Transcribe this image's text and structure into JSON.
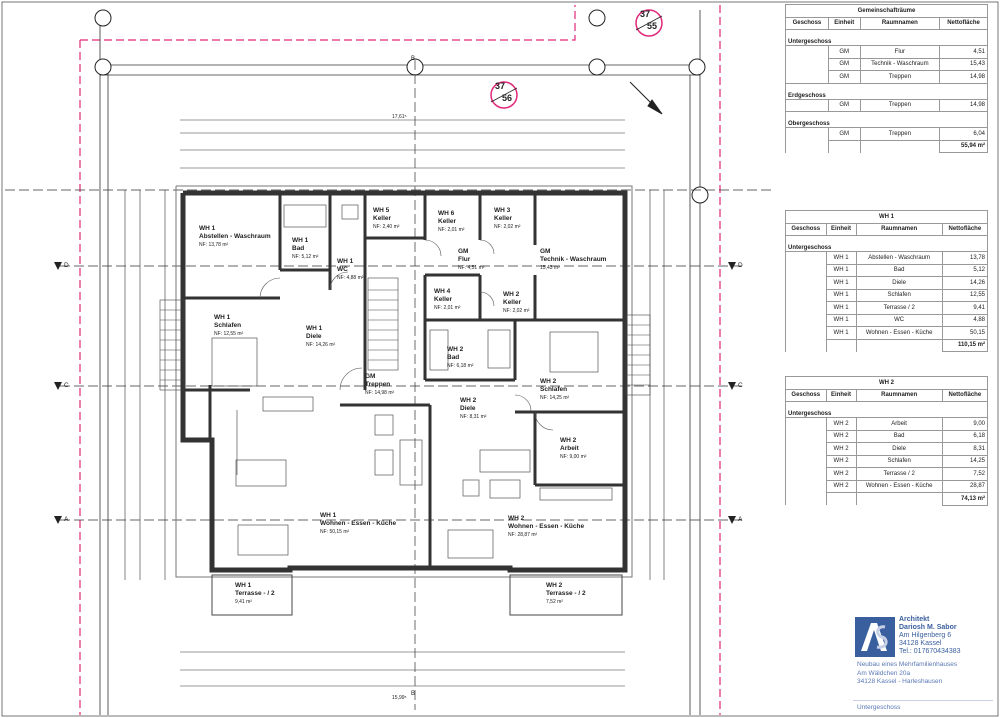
{
  "plan": {
    "top_dim": "17,61⁵",
    "bottom_dim": "15,99⁵",
    "stamp_top": {
      "a": "37",
      "b": "55"
    },
    "stamp_mid": {
      "a": "37",
      "b": "56"
    },
    "section_marks": [
      "D",
      "C",
      "A"
    ],
    "grid_label_b": "B",
    "rooms": [
      {
        "title": "WH 1",
        "name": "Abstellen - Waschraum",
        "nf": "NF: 13,78 m²"
      },
      {
        "title": "WH 1",
        "name": "Bad",
        "nf": "NF: 5,12 m²"
      },
      {
        "title": "WH 1",
        "name": "WC",
        "nf": "NF: 4,88 m²"
      },
      {
        "title": "WH 5",
        "name": "Keller",
        "nf": "NF: 2,40 m²"
      },
      {
        "title": "WH 6",
        "name": "Keller",
        "nf": "NF: 2,01 m²"
      },
      {
        "title": "WH 3",
        "name": "Keller",
        "nf": "NF: 2,02 m²"
      },
      {
        "title": "GM",
        "name": "Flur",
        "nf": "NF: 4,51 m²"
      },
      {
        "title": "GM",
        "name": "Technik - Waschraum",
        "nf": "15,43 m²"
      },
      {
        "title": "WH 4",
        "name": "Keller",
        "nf": "NF: 2,01 m²"
      },
      {
        "title": "WH 2",
        "name": "Keller",
        "nf": "NF: 2,02 m²"
      },
      {
        "title": "WH 1",
        "name": "Schlafen",
        "nf": "NF: 12,55 m²"
      },
      {
        "title": "WH 1",
        "name": "Diele",
        "nf": "NF: 14,26 m²"
      },
      {
        "title": "GM",
        "name": "Treppen",
        "nf": "NF: 14,98 m²"
      },
      {
        "title": "WH 2",
        "name": "Bad",
        "nf": "NF: 6,18 m²"
      },
      {
        "title": "WH 2",
        "name": "Schlafen",
        "nf": "NF: 14,25 m²"
      },
      {
        "title": "WH 2",
        "name": "Diele",
        "nf": "NF: 8,31 m²"
      },
      {
        "title": "WH 2",
        "name": "Arbeit",
        "nf": "NF: 9,00 m²"
      },
      {
        "title": "WH 1",
        "name": "Wohnen - Essen - Küche",
        "nf": "NF: 50,15 m²"
      },
      {
        "title": "WH 2",
        "name": "Wohnen - Essen - Küche",
        "nf": "NF: 28,87 m²"
      },
      {
        "title": "WH 1",
        "name": "Terrasse - / 2",
        "nf": "9,41 m²"
      },
      {
        "title": "WH 2",
        "name": "Terrasse - / 2",
        "nf": "7,52 m²"
      }
    ]
  },
  "tables": {
    "headers": [
      "Geschoss",
      "Einheit",
      "Raumnamen",
      "Nettofläche"
    ],
    "gemeinschaft": {
      "title": "Gemeinschafträume",
      "sections": [
        {
          "name": "Untergeschoss",
          "rows": [
            [
              "GM",
              "Flur",
              "4,51"
            ],
            [
              "GM",
              "Technik - Waschraum",
              "15,43"
            ],
            [
              "GM",
              "Treppen",
              "14,98"
            ]
          ]
        },
        {
          "name": "Erdgeschoss",
          "rows": [
            [
              "GM",
              "Treppen",
              "14,98"
            ]
          ]
        },
        {
          "name": "Obergeschoss",
          "rows": [
            [
              "GM",
              "Treppen",
              "6,04"
            ]
          ]
        }
      ],
      "total": "55,94 m²"
    },
    "wh1": {
      "title": "WH 1",
      "section": "Untergeschoss",
      "rows": [
        [
          "WH 1",
          "Abstellen - Waschraum",
          "13,78"
        ],
        [
          "WH 1",
          "Bad",
          "5,12"
        ],
        [
          "WH 1",
          "Diele",
          "14,26"
        ],
        [
          "WH 1",
          "Schlafen",
          "12,55"
        ],
        [
          "WH 1",
          "Terrasse / 2",
          "9,41"
        ],
        [
          "WH 1",
          "WC",
          "4,88"
        ],
        [
          "WH 1",
          "Wohnen - Essen - Küche",
          "50,15"
        ]
      ],
      "total": "110,15 m²"
    },
    "wh2": {
      "title": "WH 2",
      "section": "Untergeschoss",
      "rows": [
        [
          "WH 2",
          "Arbeit",
          "9,00"
        ],
        [
          "WH 2",
          "Bad",
          "6,18"
        ],
        [
          "WH 2",
          "Diele",
          "8,31"
        ],
        [
          "WH 2",
          "Schlafen",
          "14,25"
        ],
        [
          "WH 2",
          "Terrasse / 2",
          "7,52"
        ],
        [
          "WH 2",
          "Wohnen - Essen - Küche",
          "28,87"
        ]
      ],
      "total": "74,13 m²"
    }
  },
  "titleblock": {
    "role": "Architekt",
    "name": "Dariosh M. Sabor",
    "street": "Am Hilgenberg 6",
    "city": "34128 Kassel",
    "tel": "Tel.: 017670434383",
    "project1": "Neubau eines Mehrfamilienhauses",
    "project2": "Am Wäldchen 20a",
    "project3": "34128 Kassel - Harleshausen",
    "sheet": "Untergeschoss",
    "logo_color": "#3a5f9e"
  }
}
